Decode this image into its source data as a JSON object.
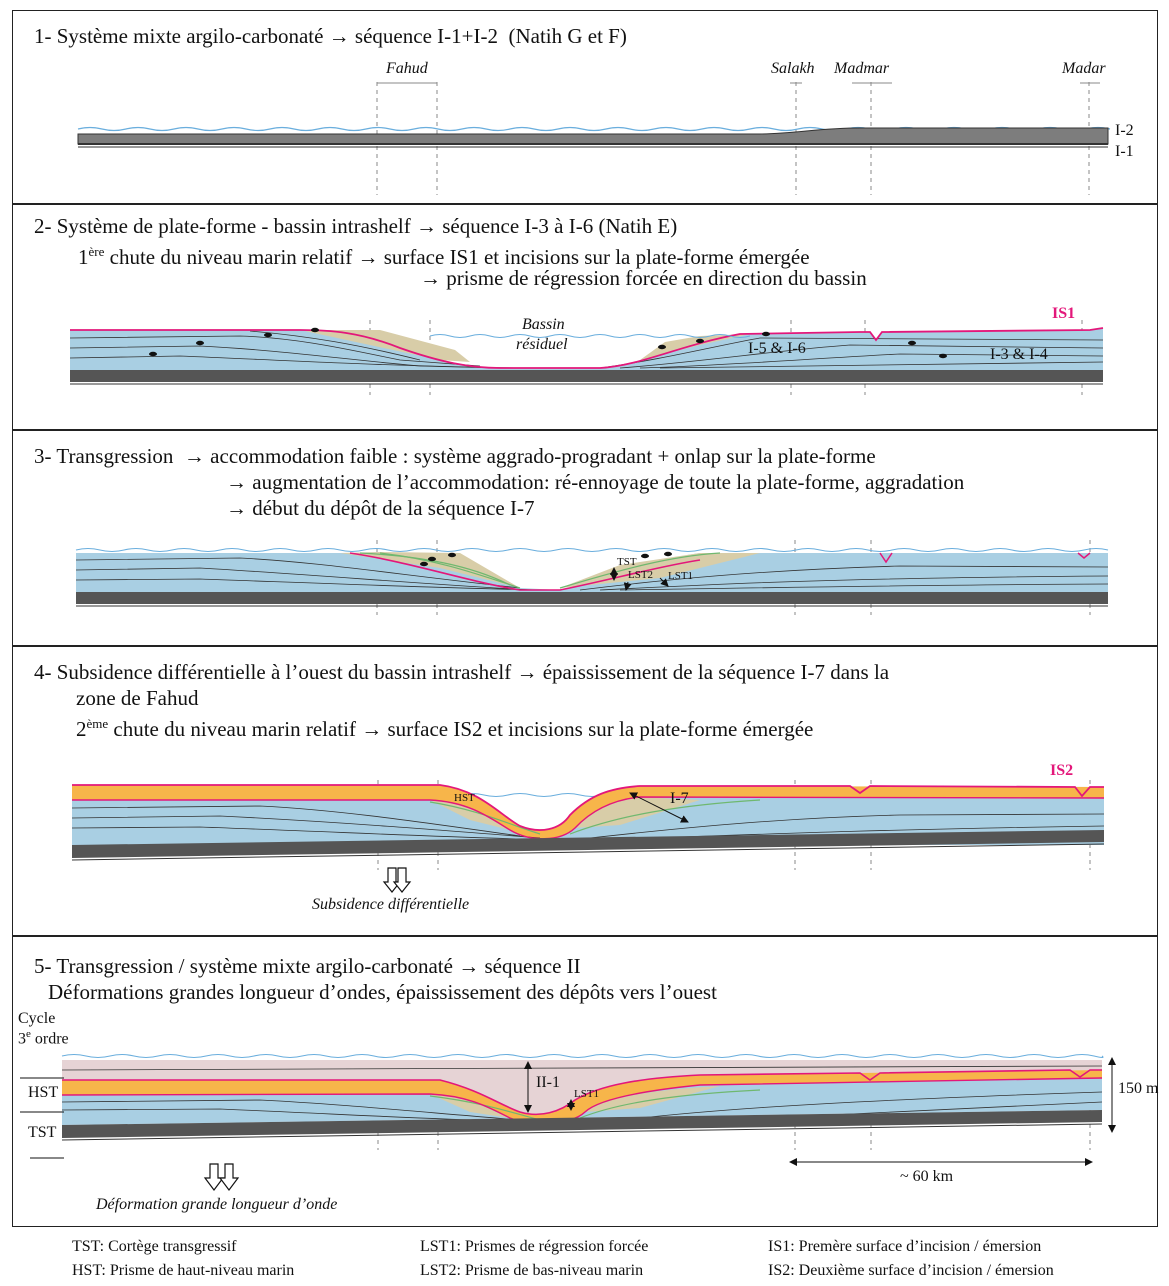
{
  "panels": [
    {
      "title": "1- Système mixte argilo-carbonaté → séquence I-1+I-2  (Natih G et F)"
    },
    {
      "title": "2- Système de plate-forme - bassin intrashelf → séquence I-3 à I-6 (Natih E)",
      "line2_pre": "1",
      "line2_sup": "ère",
      "line2_post": " chute du niveau marin relatif → surface IS1 et incisions sur la plate-forme émergée",
      "line3": "→ prisme de régression forcée en direction du bassin"
    },
    {
      "title": "3- Transgression  → accommodation faible : système aggrado-progradant + onlap sur la plate-forme",
      "line2": "→ augmentation de l’accommodation: ré-ennoyage de toute la plate-forme, aggradation",
      "line3": "→ début du dépôt de la séquence I-7"
    },
    {
      "title": "4- Subsidence différentielle à l’ouest du bassin intrashelf → épaississement de la séquence I-7 dans la",
      "line2": "zone de Fahud",
      "line3_pre": "2",
      "line3_sup": "ème",
      "line3_post": " chute du niveau marin relatif → surface IS2 et incisions sur la plate-forme émergée"
    },
    {
      "title": "5- Transgression / système mixte argilo-carbonaté → séquence II",
      "line2": "Déformations grandes longueur d’ondes, épaississement des dépôts vers l’ouest"
    }
  ],
  "locations": {
    "fahud": "Fahud",
    "salakh": "Salakh",
    "madmar": "Madmar",
    "madar": "Madar"
  },
  "labels": {
    "i2": "I-2",
    "i1": "I-1",
    "is1": "IS1",
    "is2": "IS2",
    "bassin_line1": "Bassin",
    "bassin_line2": "résiduel",
    "i5i6": "I-5 & I-6",
    "i3i4": "I-3 & I-4",
    "tst": "TST",
    "lst2": "LST2",
    "lst1": "LST1",
    "hst": "HST",
    "i7": "I-7",
    "subsidence": "Subsidence différentielle",
    "ii1": "II-1",
    "lst1_p5": "LST1",
    "cycle_line1": "Cycle",
    "cycle_pre": "3",
    "cycle_sup": "e",
    "cycle_post": " ordre",
    "hst_side": "HST",
    "tst_side": "TST",
    "thickness": "150 m",
    "scale": "~ 60 km",
    "deformation": "Déformation grande longueur d’onde"
  },
  "legend": [
    [
      "TST: Cortège transgressif",
      "HST: Prisme de haut-niveau marin"
    ],
    [
      "LST1: Prismes de régression forcée",
      "LST2: Prisme de bas-niveau marin"
    ],
    [
      "IS1: Premère surface d’incision / émersion",
      "IS2: Deuxième surface d’incision / émersion"
    ]
  ],
  "colors": {
    "carbonate": "#a9cfe3",
    "base": "#555555",
    "prism": "#d8cda8",
    "orange": "#f7b54a",
    "pink": "#e3177a",
    "sea": "#6aaedd",
    "mauve": "#e6d3d5",
    "green": "#6fb86f",
    "purple": "#7a5aa8"
  }
}
